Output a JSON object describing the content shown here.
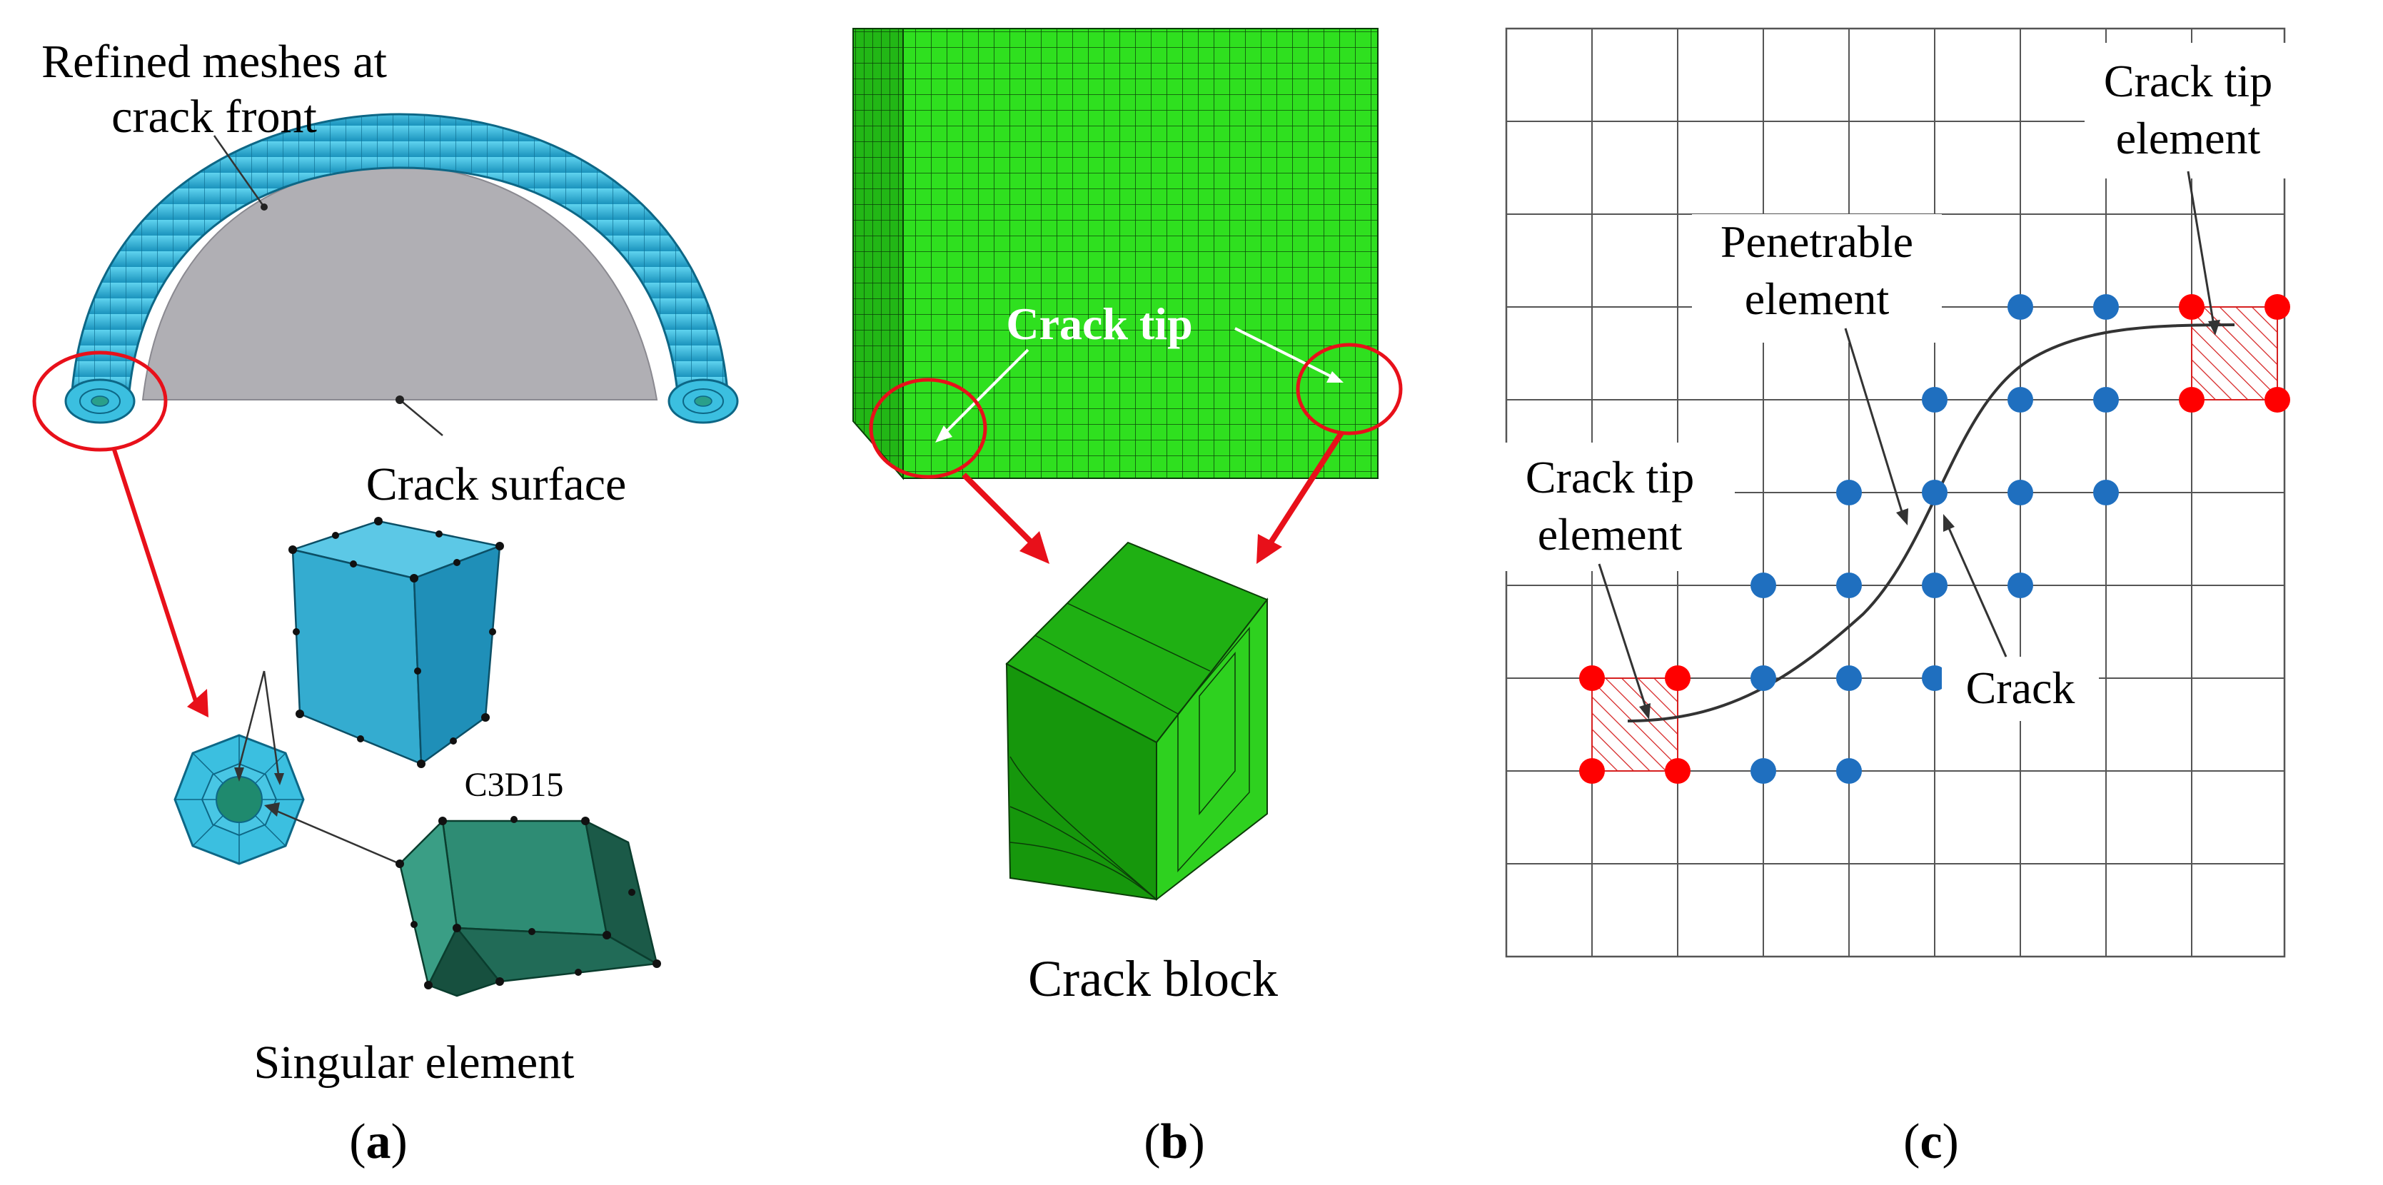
{
  "panel_a": {
    "label_refined": [
      "Refined meshes at",
      "crack front"
    ],
    "label_surface": "Crack surface",
    "label_element_type": "C3D15",
    "label_singular": "Singular element",
    "caption_open": "(",
    "caption_letter": "a",
    "caption_close": ")"
  },
  "panel_b": {
    "label_tip": "Crack tip",
    "label_block": "Crack block",
    "caption_open": "(",
    "caption_letter": "b",
    "caption_close": ")"
  },
  "panel_c": {
    "label_tip_top": [
      "Crack tip",
      "element"
    ],
    "label_penetrable": [
      "Penetrable",
      "element"
    ],
    "label_tip_left": [
      "Crack tip",
      "element"
    ],
    "label_crack": "Crack",
    "caption_open": "(",
    "caption_letter": "c",
    "caption_close": ")"
  },
  "colors": {
    "arrow_red": "#e8101a",
    "node_red": "#ff0000",
    "node_blue": "#1f6fbf",
    "mesh_green": "#29e01d",
    "ring_cyan": "#2fb3d6",
    "grid_line": "#555555"
  }
}
